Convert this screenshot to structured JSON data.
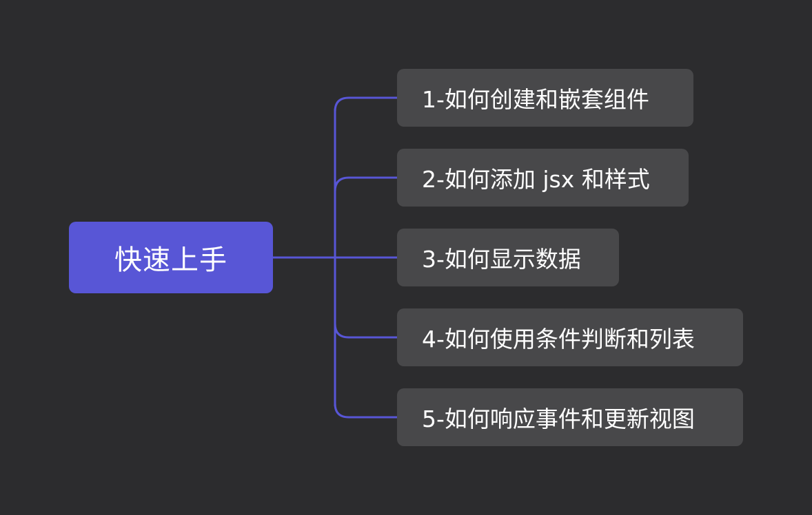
{
  "colors": {
    "background": "#2c2c2e",
    "root_fill": "#5856d6",
    "child_fill": "#48484a",
    "connector": "#5856d6",
    "text": "#ffffff"
  },
  "mindmap": {
    "root": {
      "label": "快速上手"
    },
    "children": [
      {
        "label": "1-如何创建和嵌套组件"
      },
      {
        "label": "2-如何添加 jsx 和样式"
      },
      {
        "label": "3-如何显示数据"
      },
      {
        "label": "4-如何使用条件判断和列表"
      },
      {
        "label": "5-如何响应事件和更新视图"
      }
    ]
  }
}
